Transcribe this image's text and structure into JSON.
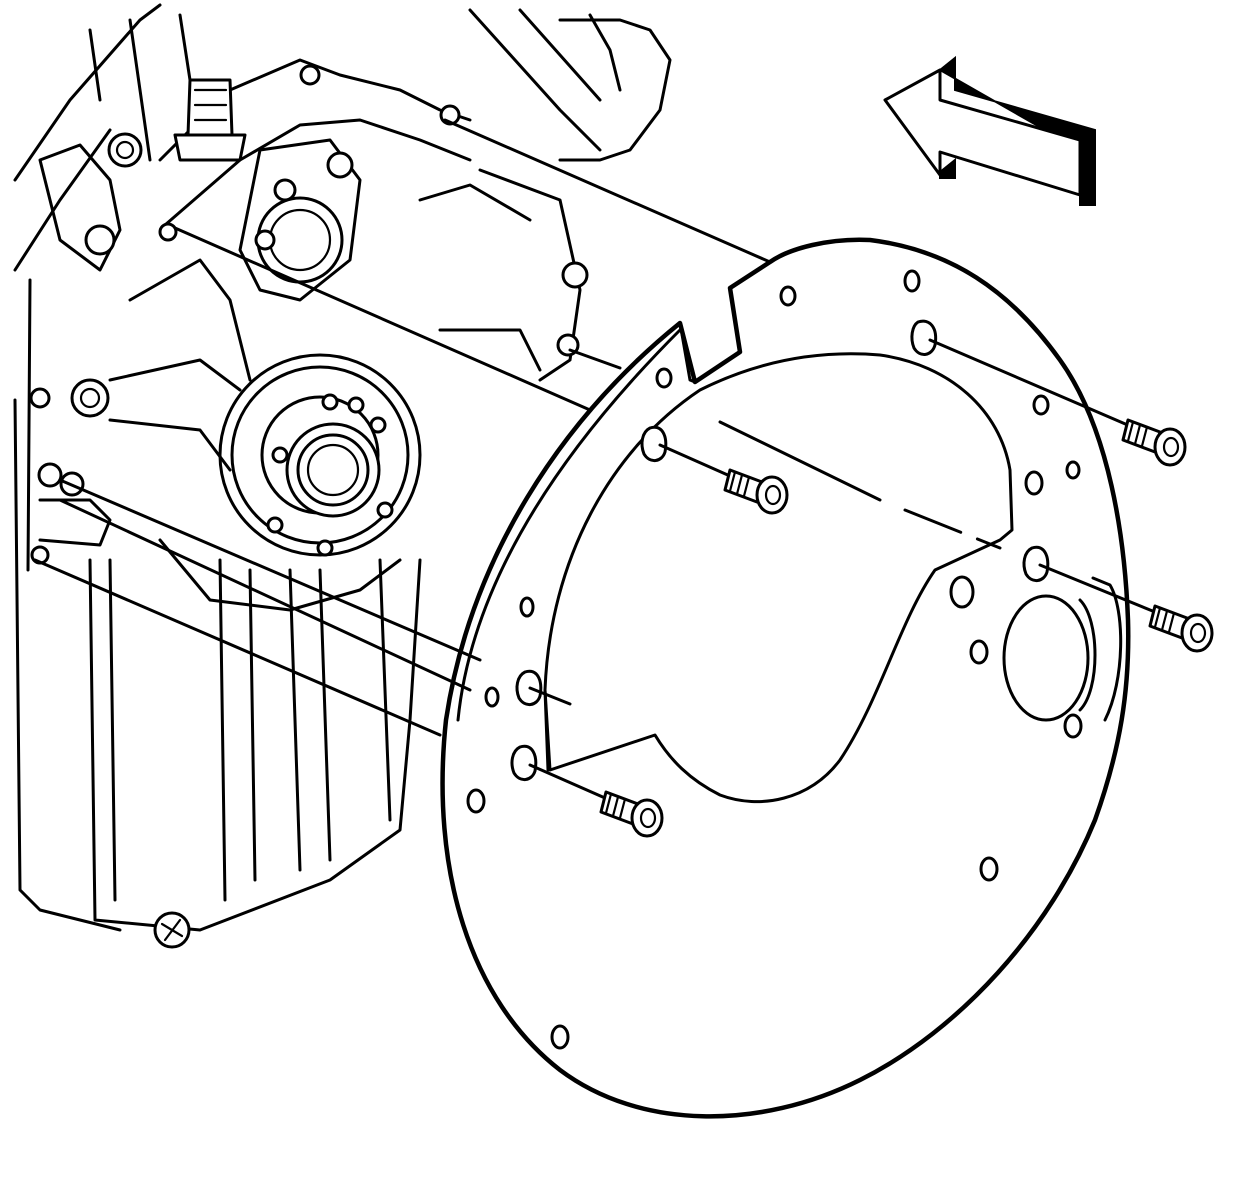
{
  "diagram": {
    "labels": [],
    "colors": {
      "line": "#000000",
      "background": "#ffffff"
    },
    "components": [
      "engine-block",
      "oil-pan",
      "crankshaft-seal",
      "engine-rear-plate",
      "mounting-bolt",
      "direction-arrow"
    ],
    "bolt_count": 4,
    "icons": {
      "arrow": "direction-arrow-icon"
    }
  }
}
